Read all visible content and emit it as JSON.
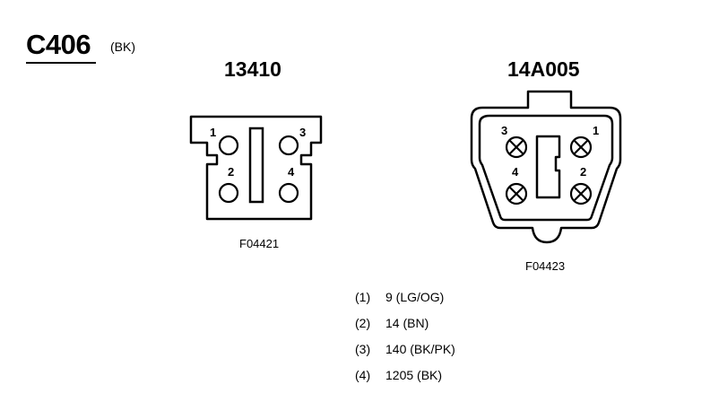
{
  "connector": {
    "id": "C406",
    "color": "(BK)"
  },
  "left_connector": {
    "part_number": "13410",
    "figure_id": "F04421",
    "pin_labels": [
      "1",
      "3",
      "2",
      "4"
    ]
  },
  "right_connector": {
    "part_number": "14A005",
    "figure_id": "F04423",
    "pin_labels": [
      "3",
      "1",
      "4",
      "2"
    ]
  },
  "pinout": [
    {
      "pin": "(1)",
      "wire": "9 (LG/OG)"
    },
    {
      "pin": "(2)",
      "wire": "14 (BN)"
    },
    {
      "pin": "(3)",
      "wire": "140 (BK/PK)"
    },
    {
      "pin": "(4)",
      "wire": "1205 (BK)"
    }
  ]
}
